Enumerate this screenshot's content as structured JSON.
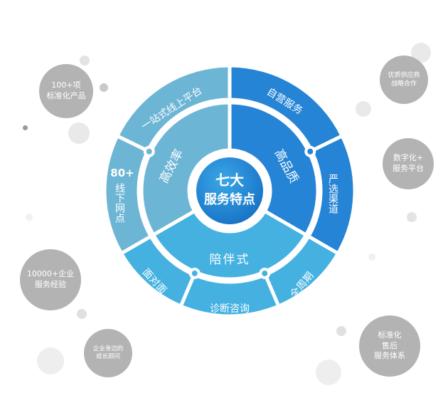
{
  "center": {
    "line1": "七大",
    "line2": "服务特点"
  },
  "pillars": {
    "efficiency": {
      "label": "高效率",
      "items": [
        "一站式线上平台",
        "80+",
        "线下网点"
      ]
    },
    "quality": {
      "label": "高品质",
      "items": [
        "自营服务",
        "严选渠道"
      ]
    },
    "companion": {
      "label": "陪伴式",
      "items": [
        "面对面",
        "诊断咨询",
        "全周期"
      ]
    }
  },
  "bubbles": [
    {
      "lines": [
        "100+项",
        "标准化产品"
      ]
    },
    {
      "lines": [
        "优质供应商",
        "战略合作"
      ]
    },
    {
      "lines": [
        "数字化+",
        "服务平台"
      ]
    },
    {
      "lines": [
        "10000+企业",
        "服务经验"
      ]
    },
    {
      "lines": [
        "企业身边的",
        "成长顾问"
      ]
    },
    {
      "lines": [
        "标准化",
        "售后",
        "服务体系"
      ]
    }
  ],
  "colors": {
    "efficiency": "#6db5d5",
    "quality": "#2584d5",
    "companion": "#44b1e1",
    "center": "#1f8bd8",
    "bubble": "#b3b3b3"
  }
}
